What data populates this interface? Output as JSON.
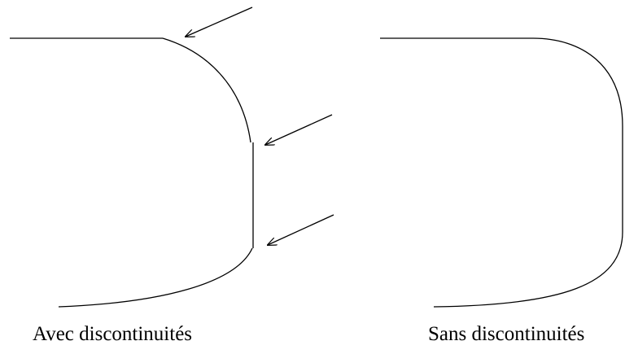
{
  "figure": {
    "left_panel": {
      "caption": "Avec discontinuités",
      "arrow_count": 3
    },
    "right_panel": {
      "caption": "Sans discontinuités"
    },
    "stroke_color": "#000000",
    "background_color": "#ffffff"
  }
}
